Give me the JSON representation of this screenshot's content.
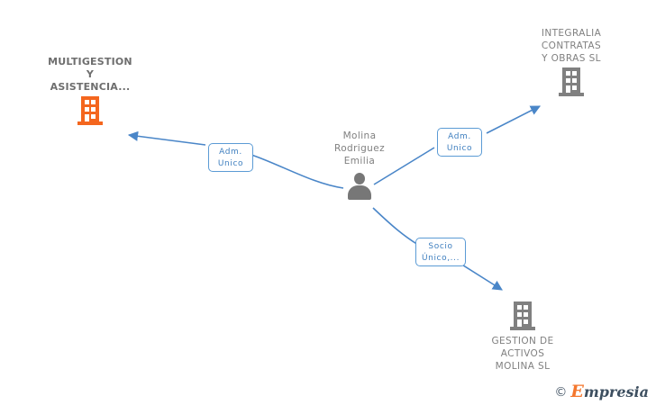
{
  "diagram": {
    "type": "company-relationship-graph",
    "background": "#ffffff",
    "accent_blue": "#4a86c8",
    "highlight_orange": "#f4661e",
    "node_gray": "#808080"
  },
  "nodes": [
    {
      "id": "multigestion",
      "label": "MULTIGESTION\nY\nASISTENCIA...",
      "icon": "building-icon",
      "color": "#f4661e",
      "highlight": true
    },
    {
      "id": "integralia",
      "label": "INTEGRALIA\nCONTRATAS\nY OBRAS  SL",
      "icon": "building-icon",
      "color": "#808080",
      "highlight": false
    },
    {
      "id": "person",
      "label": "Molina\nRodriguez\nEmilia",
      "icon": "person-icon",
      "color": "#777777",
      "highlight": false
    },
    {
      "id": "gestion",
      "label": "GESTION DE\nACTIVOS\nMOLINA  SL",
      "icon": "building-icon",
      "color": "#808080",
      "highlight": false
    }
  ],
  "edges": [
    {
      "id": "edge-multigestion",
      "label": "Adm.\nUnico",
      "from": "person",
      "to": "multigestion"
    },
    {
      "id": "edge-integralia",
      "label": "Adm.\nUnico",
      "from": "person",
      "to": "integralia"
    },
    {
      "id": "edge-gestion",
      "label": "Socio\nÚnico,...",
      "from": "person",
      "to": "gestion"
    }
  ],
  "watermark": {
    "copyright": "©",
    "lead": "E",
    "rest": "mpresia"
  }
}
